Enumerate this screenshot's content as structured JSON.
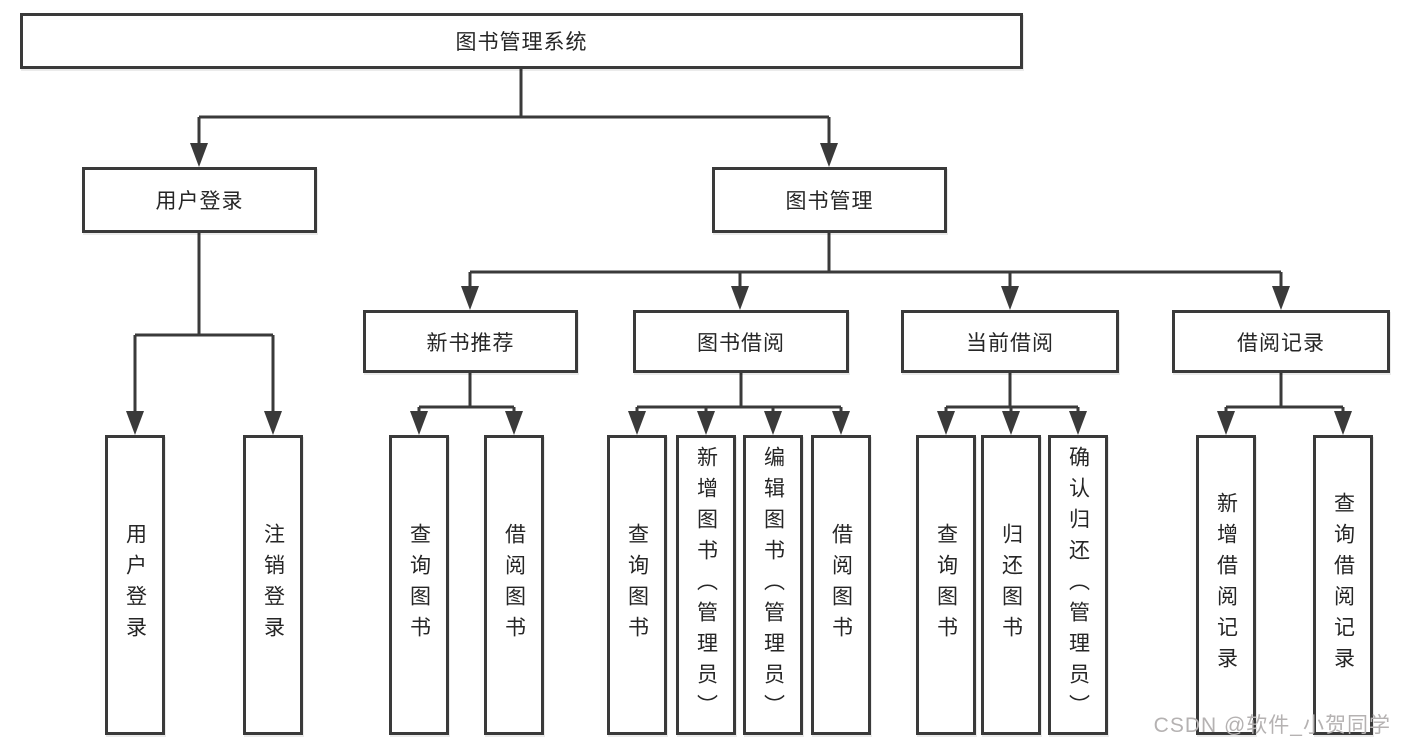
{
  "tree": {
    "root": {
      "label": "图书管理系统"
    },
    "user_login": {
      "label": "用户登录",
      "children": [
        {
          "label": "用户登录"
        },
        {
          "label": "注销登录"
        }
      ]
    },
    "book_mgmt": {
      "label": "图书管理",
      "sections": [
        {
          "label": "新书推荐",
          "children": [
            {
              "label": "查询图书"
            },
            {
              "label": "借阅图书"
            }
          ]
        },
        {
          "label": "图书借阅",
          "children": [
            {
              "label": "查询图书"
            },
            {
              "label": "新增图书（管理员）"
            },
            {
              "label": "编辑图书（管理员）"
            },
            {
              "label": "借阅图书"
            }
          ]
        },
        {
          "label": "当前借阅",
          "children": [
            {
              "label": "查询图书"
            },
            {
              "label": "归还图书"
            },
            {
              "label": "确认归还（管理员）"
            }
          ]
        },
        {
          "label": "借阅记录",
          "children": [
            {
              "label": "新增借阅记录"
            },
            {
              "label": "查询借阅记录"
            }
          ]
        }
      ]
    }
  },
  "watermark": {
    "text": "CSDN @软件_小贺同学"
  },
  "colors": {
    "line": "#3a3a3a",
    "text": "#262626",
    "background": "#ffffff",
    "watermark": "#b5b2b2"
  }
}
